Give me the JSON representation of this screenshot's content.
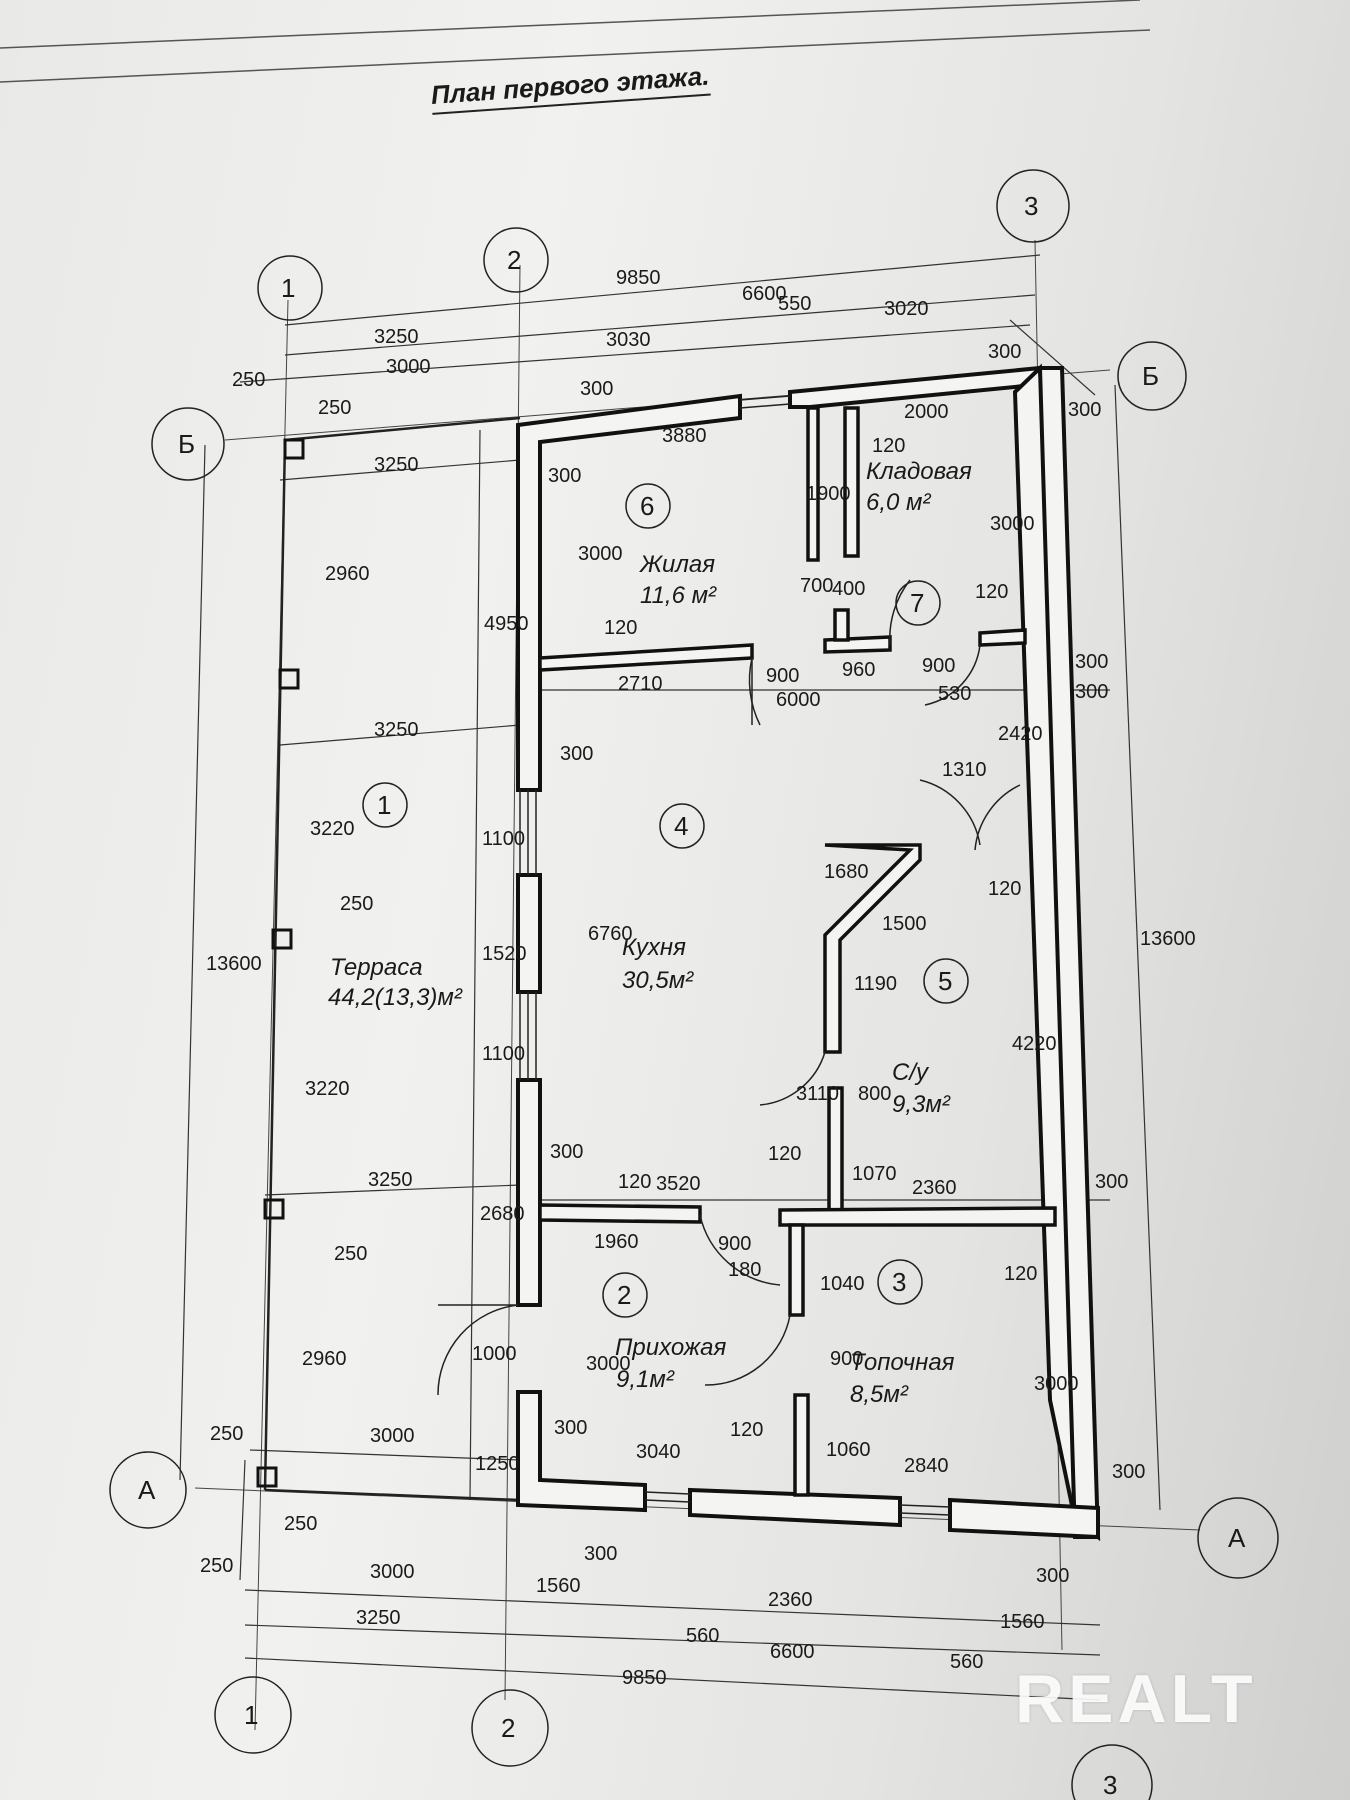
{
  "title": "План первого этажа.",
  "watermark": "REALT",
  "axes": {
    "a1": "1",
    "a2": "2",
    "a3": "3",
    "b": "Б",
    "a": "А"
  },
  "rooms": [
    {
      "no": "1",
      "name": "Терраса",
      "area": "44,2(13,3)м²"
    },
    {
      "no": "2",
      "name": "Прихожая",
      "area": "9,1м²"
    },
    {
      "no": "3",
      "name": "Топочная",
      "area": "8,5м²"
    },
    {
      "no": "4",
      "name": "Кухня",
      "area": "30,5м²"
    },
    {
      "no": "5",
      "name": "С/у",
      "area": "9,3м²"
    },
    {
      "no": "6",
      "name": "Жилая",
      "area": "11,6 м²"
    },
    {
      "no": "7",
      "name": "Кладовая",
      "area": "6,0 м²"
    }
  ],
  "dims": {
    "top_9850": "9850",
    "top_6600": "6600",
    "top_550": "550",
    "top_3020": "3020",
    "top_3250": "3250",
    "top_3030": "3030",
    "top_3000": "3000",
    "top_250": "250",
    "top_300v": "300",
    "top_300v2": "300",
    "r_300": "300",
    "t_3880": "3880",
    "t_2000": "2000",
    "t_120": "120",
    "t_3250b": "3250",
    "t_300": "300",
    "t_3000v": "3000",
    "t_1900": "1900",
    "t_3000r": "3000",
    "t_700": "700",
    "t_400": "400",
    "t_120b": "120",
    "t_120c": "120",
    "m_2710": "2710",
    "m_900": "900",
    "m_960": "960",
    "m_900b": "900",
    "m_6000": "6000",
    "m_530": "530",
    "m_300": "300",
    "m_300b": "300",
    "m_3250": "3250",
    "m_300c": "300",
    "m_2420": "2420",
    "m_1310": "1310",
    "m_1680": "1680",
    "m_1500": "1500",
    "m_120": "120",
    "m_1190": "1190",
    "m_4220": "4220",
    "m_3110": "3110",
    "m_800": "800",
    "m_1070": "1070",
    "m_120b": "120",
    "l_4950": "4950",
    "l_2960": "2960",
    "l_250": "250",
    "l_3220": "3220",
    "l_250b": "250",
    "l_1100": "1100",
    "l_1520": "1520",
    "l_1100b": "1100",
    "l_6760": "6760",
    "l_3220b": "3220",
    "l_13600": "13600",
    "r_13600": "13600",
    "b_300": "300",
    "b_120": "120",
    "b_3520": "3520",
    "b_2360": "2360",
    "b_300r": "300",
    "b_3250": "3250",
    "b_2680": "2680",
    "b_1960": "1960",
    "b_900": "900",
    "b_180": "180",
    "b_1040": "1040",
    "b_120r": "120",
    "b_250": "250",
    "b_2960": "2960",
    "b_1000": "1000",
    "b_3000v": "3000",
    "b_900v": "900",
    "b_3000r": "3000",
    "b_250h": "250",
    "b_3000": "3000",
    "b_300b": "300",
    "b_3040": "3040",
    "b_120c": "120",
    "b_1060": "1060",
    "b_2840": "2840",
    "b_300c": "300",
    "b_1250": "1250",
    "f_250": "250",
    "f_250b": "250",
    "f_300": "300",
    "f_3000": "3000",
    "f_1560": "1560",
    "f_2360": "2360",
    "f_300v": "300",
    "f_3250": "3250",
    "f_560": "560",
    "f_6600": "6600",
    "f_1560b": "1560",
    "f_560b": "560",
    "f_9850": "9850"
  }
}
